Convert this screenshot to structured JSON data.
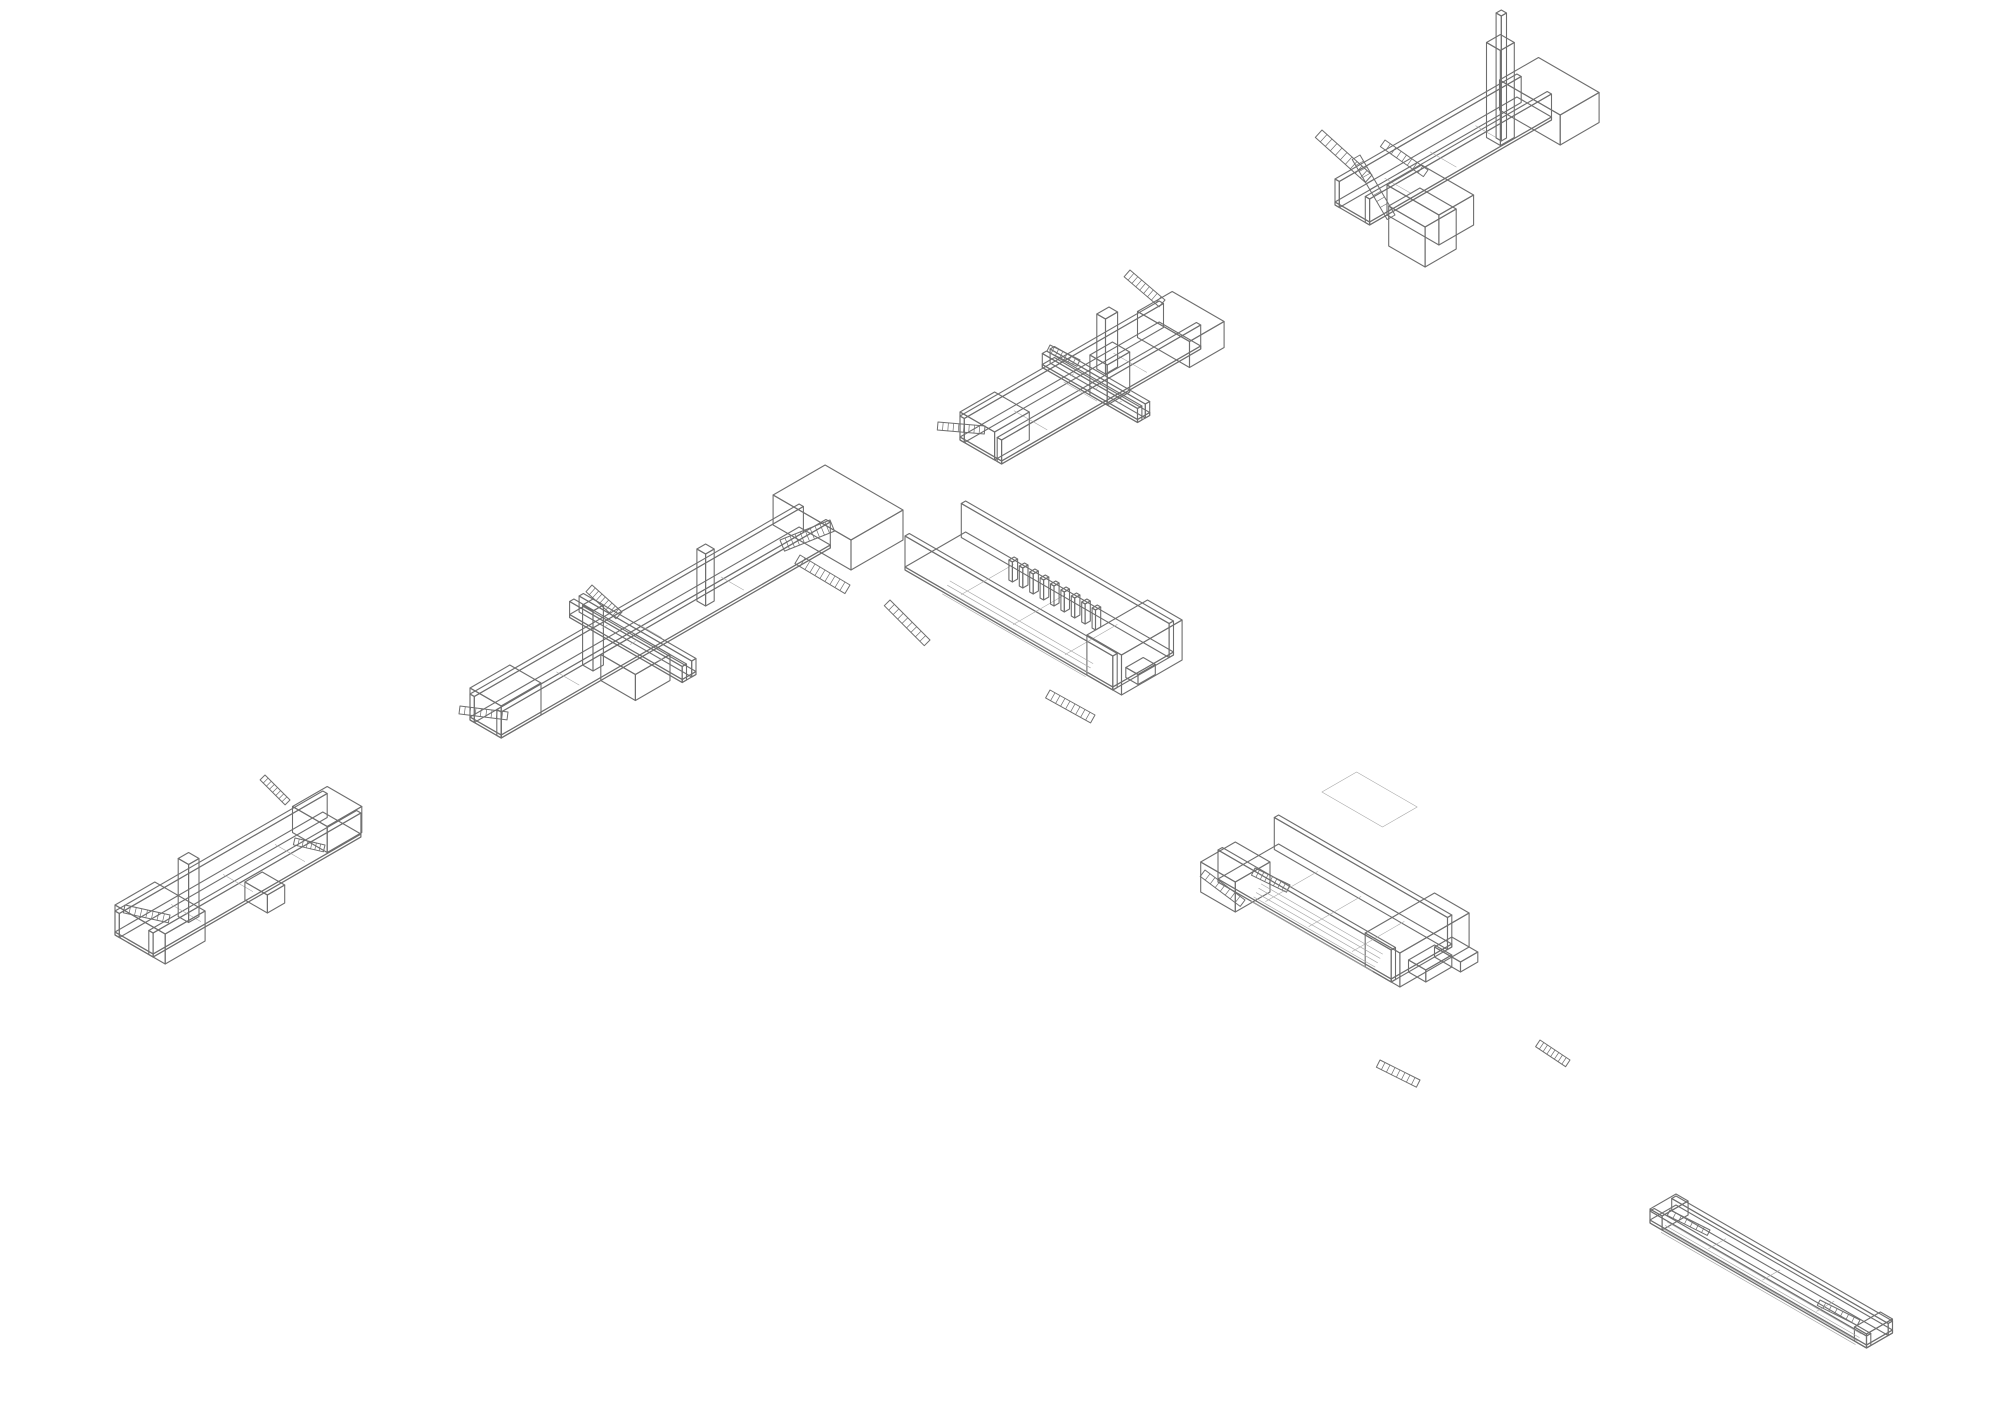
{
  "drawing": {
    "style": "isometric-line-drawing",
    "background": "#ffffff",
    "line_color": "#6e6e6e",
    "line_color_light": "#a8a8a8",
    "shade_color": "#d9d9d9",
    "components": [
      {
        "name": "station-upper-right",
        "shape": "u-plan-with-tower-and-stairs"
      },
      {
        "name": "station-upper-middle",
        "shape": "linear-plan-with-cross-bridge"
      },
      {
        "name": "station-central",
        "shape": "l-plan-corridor-and-platform-hall"
      },
      {
        "name": "station-left",
        "shape": "linear-plan-with-tower"
      },
      {
        "name": "station-lower-middle",
        "shape": "platform-hall-with-shaded-volume"
      },
      {
        "name": "station-lower-right",
        "shape": "platform-with-tracks"
      }
    ]
  }
}
